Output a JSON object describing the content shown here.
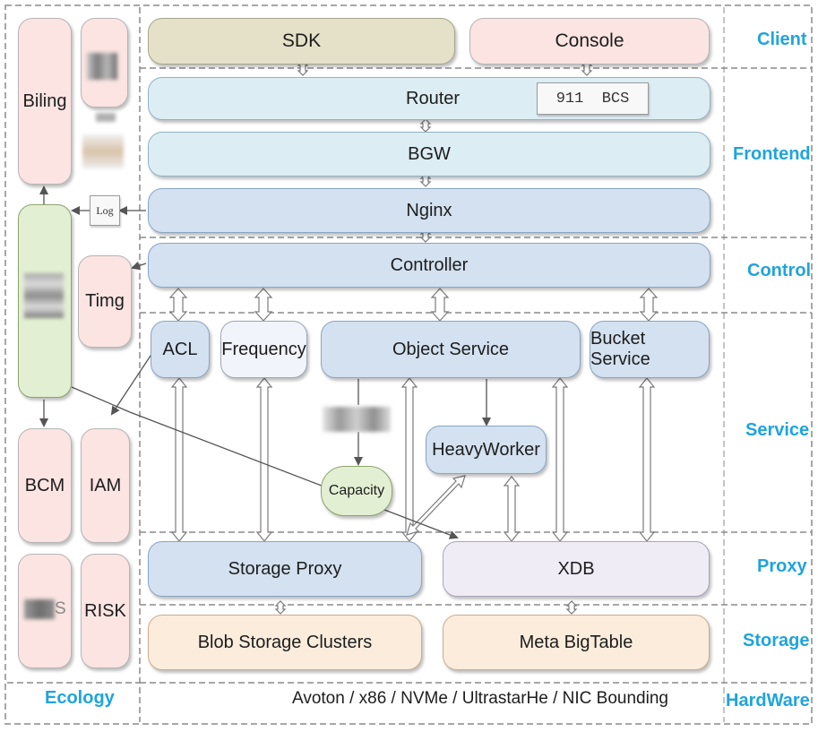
{
  "layers": {
    "client": "Client",
    "frontend": "Frontend",
    "control": "Control",
    "service": "Service",
    "proxy": "Proxy",
    "storage": "Storage",
    "hardware": "HardWare",
    "ecology": "Ecology"
  },
  "client": {
    "sdk": "SDK",
    "console": "Console"
  },
  "frontend": {
    "router": "Router",
    "bcs_tag": "911  BCS",
    "bgw": "BGW",
    "nginx": "Nginx"
  },
  "control": {
    "controller": "Controller"
  },
  "service": {
    "acl": "ACL",
    "frequency": "Frequency",
    "object_service": "Object Service",
    "bucket_service": "Bucket Service",
    "heavy_worker": "HeavyWorker",
    "capacity": "Capacity"
  },
  "proxy": {
    "storage_proxy": "Storage Proxy",
    "xdb": "XDB"
  },
  "storage": {
    "blob": "Blob Storage Clusters",
    "meta": "Meta BigTable"
  },
  "hardware": {
    "line": "Avoton / x86 / NVMe / UltrastarHe / NIC Bounding"
  },
  "ecology": {
    "billing": "Biling",
    "timg": "Timg",
    "bcm": "BCM",
    "iam": "IAM",
    "risk": "RISK",
    "log": "Log",
    "partial_s": "S"
  },
  "colors": {
    "layer_label": "#1fa4dc",
    "pink": "#fbe4e2",
    "khaki": "#e4e1c8",
    "cyan": "#dcedf3",
    "blue": "#d3e1f0",
    "green": "#e3efd3",
    "peach": "#fcecdc",
    "lavender": "#efecf5"
  }
}
